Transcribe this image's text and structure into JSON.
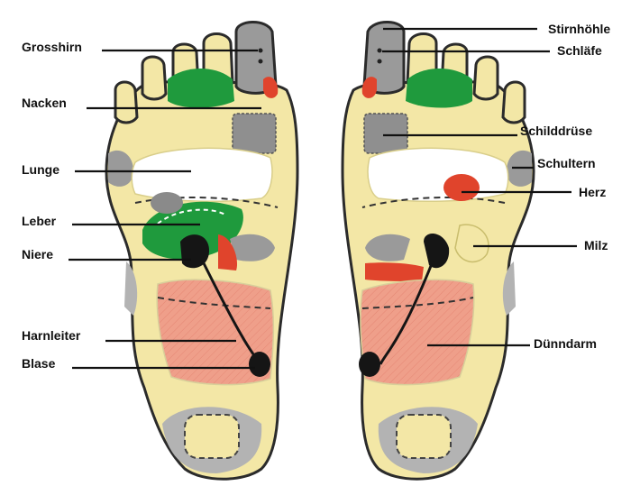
{
  "labels": {
    "grosshirn": "Grosshirn",
    "nacken": "Nacken",
    "lunge": "Lunge",
    "leber": "Leber",
    "niere": "Niere",
    "harnleiter": "Harnleiter",
    "blase": "Blase",
    "stirnhoehle": "Stirnhöhle",
    "schlaefe": "Schläfe",
    "schilddruese": "Schilddrüse",
    "schultern": "Schultern",
    "herz": "Herz",
    "milz": "Milz",
    "duenndarm": "Dünndarm"
  },
  "colors": {
    "skin": "#f3e7a6",
    "zone_yellow": "#efe08a",
    "outline": "#2b2b2b",
    "gray_zone": "#9a9a9a",
    "green_zone": "#1f9a3d",
    "red_zone": "#e0442c",
    "intestine": "#ee9a86",
    "lung_white": "#ffffff",
    "kidney_black": "#151515"
  },
  "icons": [
    "left-sole-figure",
    "right-sole-figure"
  ]
}
